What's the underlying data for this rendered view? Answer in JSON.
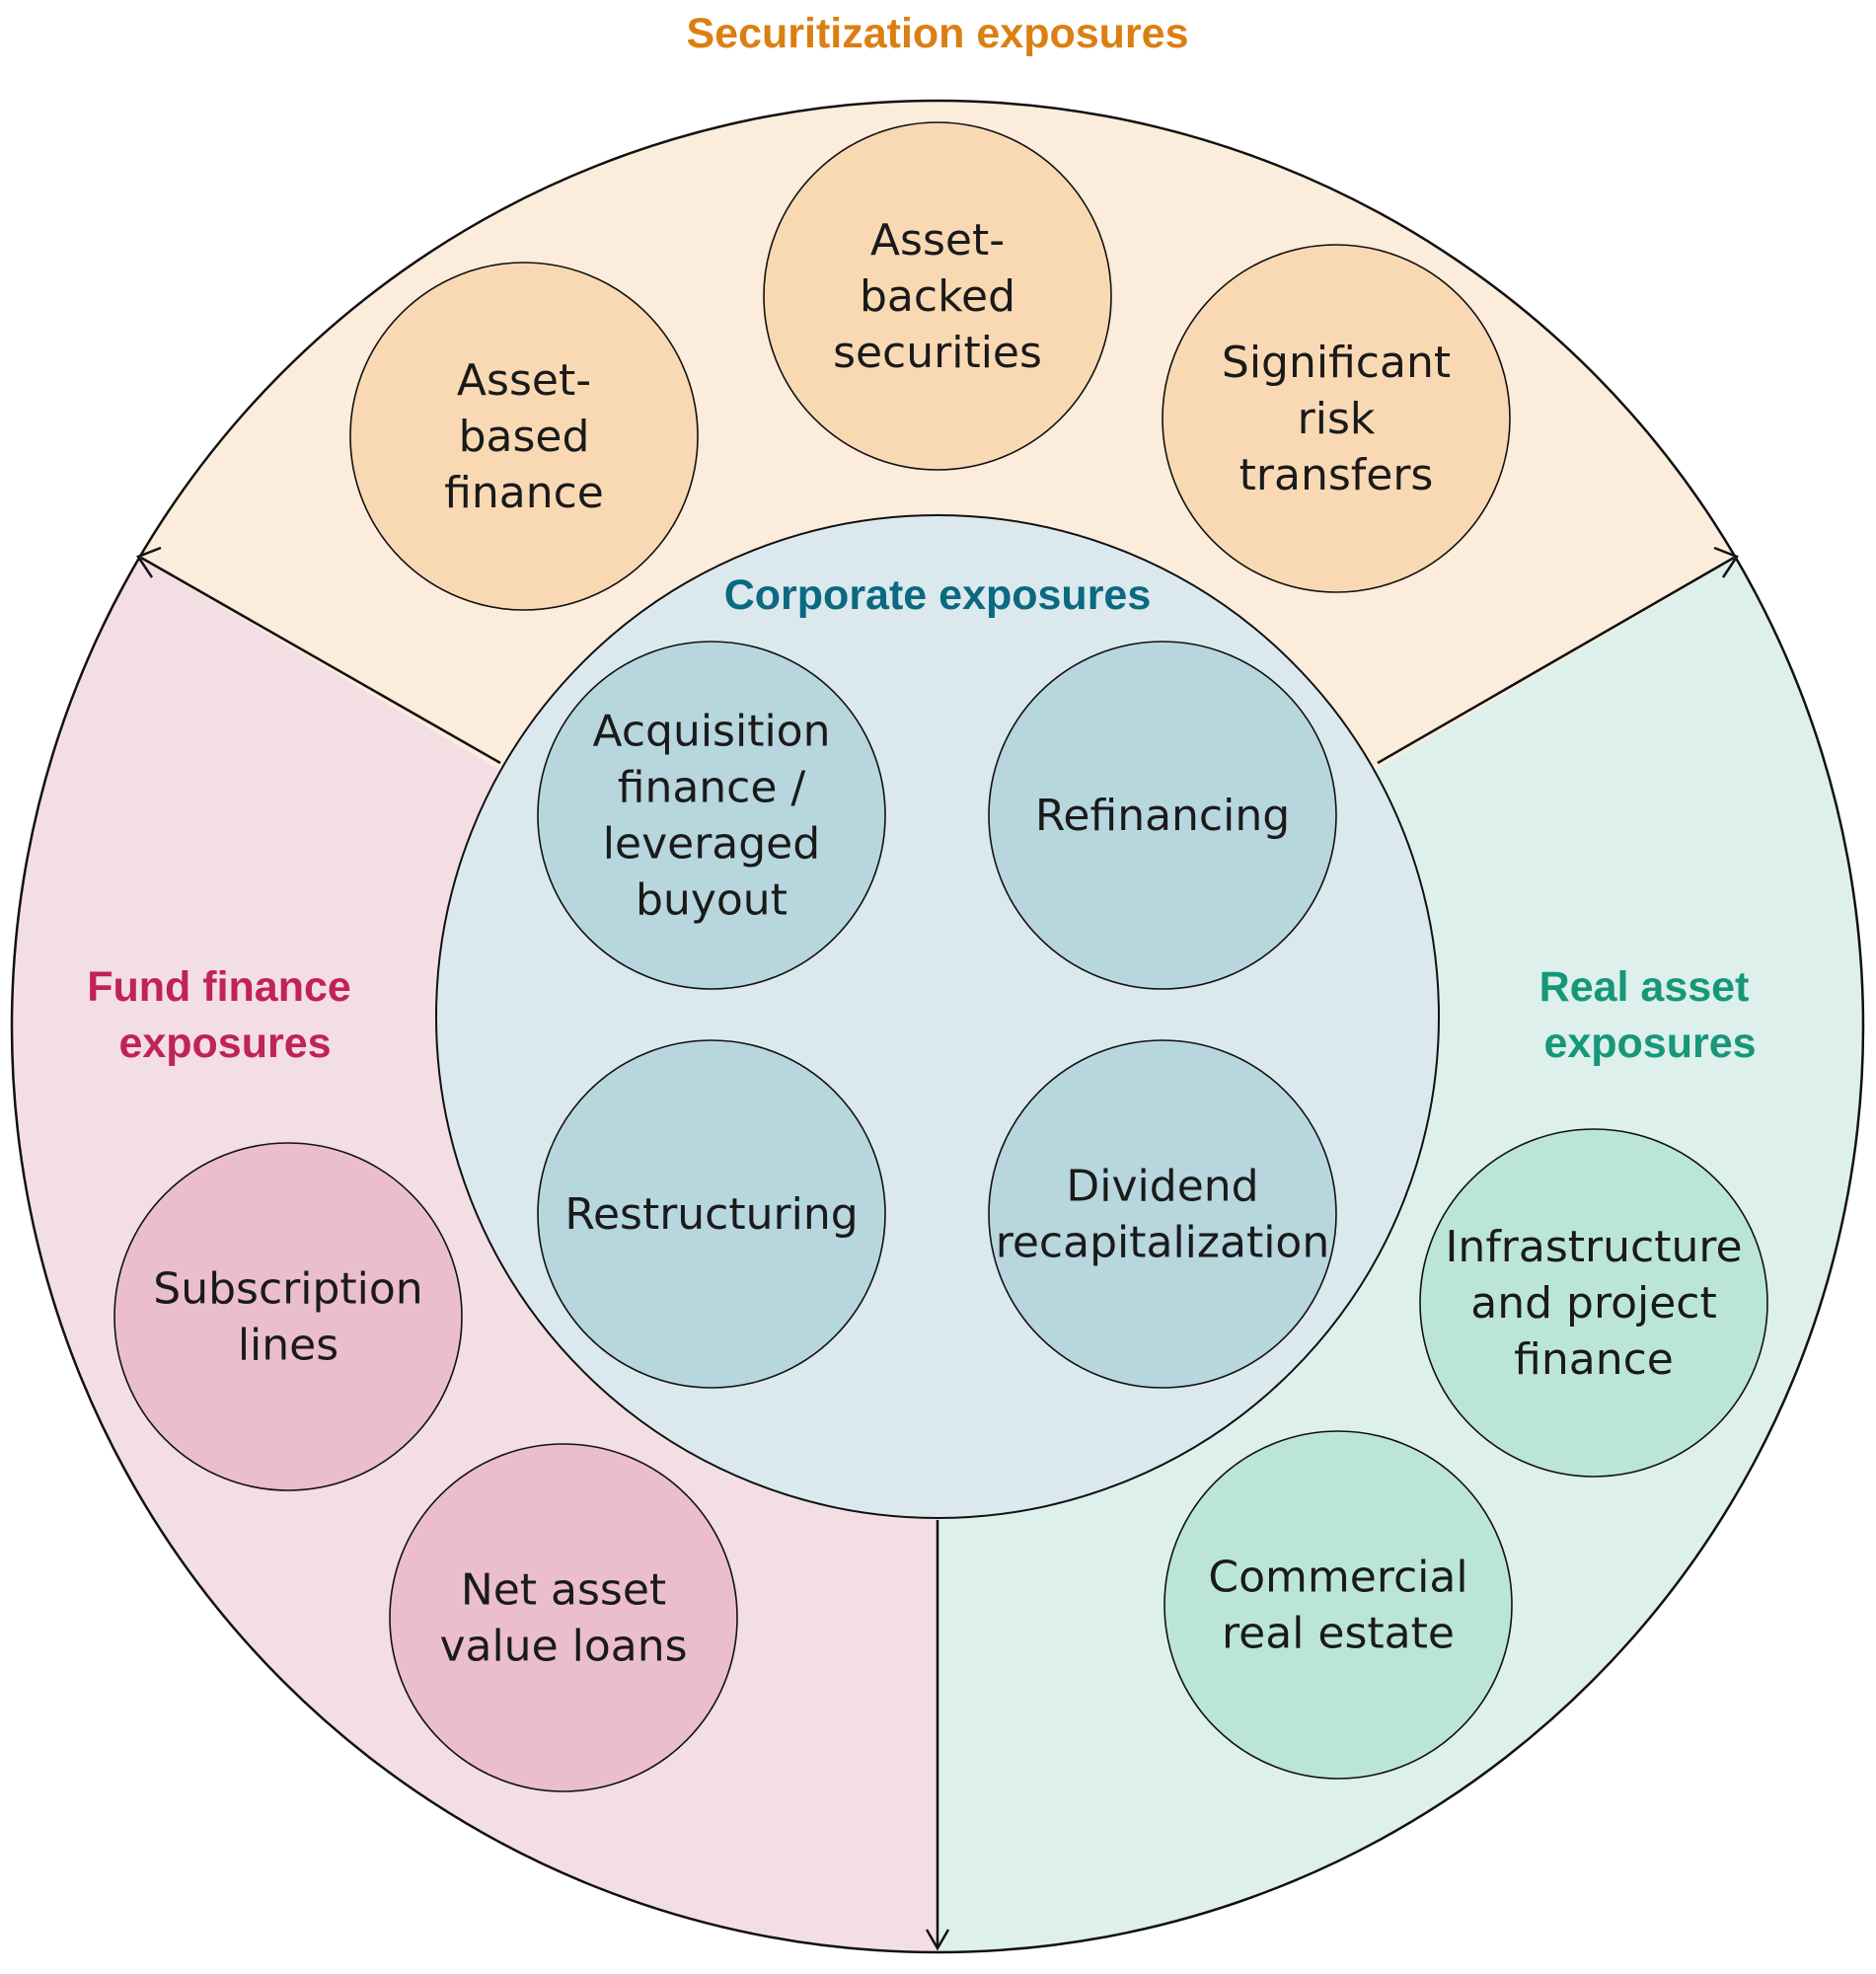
{
  "colors": {
    "securitization": "#db7f12",
    "corporate": "#0b6980",
    "fund": "#c0225a",
    "real_asset": "#16977a",
    "securitization_bg": "#fcecdb",
    "fund_bg": "#f3dee4",
    "real_asset_bg": "#ddf0eb",
    "corporate_bg": "#dbe9ee",
    "securitization_bubble": "#f9d9b4",
    "fund_bubble": "#ebbecd",
    "real_asset_bubble": "#bce5da",
    "corporate_bubble": "#b7d6de"
  },
  "sections": {
    "securitization": {
      "title": "Securitization exposures",
      "items": [
        [
          "Asset-",
          "based",
          "finance"
        ],
        [
          "Asset-",
          "backed",
          "securities"
        ],
        [
          "Significant",
          "risk",
          "transfers"
        ]
      ]
    },
    "corporate": {
      "title": "Corporate exposures",
      "items": [
        [
          "Acquisition",
          "finance /",
          "leveraged",
          "buyout"
        ],
        [
          "Refinancing"
        ],
        [
          "Restructuring"
        ],
        [
          "Dividend",
          "recapitalization"
        ]
      ]
    },
    "fund": {
      "title": [
        "Fund finance",
        "exposures"
      ],
      "items": [
        [
          "Subscription",
          "lines"
        ],
        [
          "Net asset",
          "value loans"
        ]
      ]
    },
    "real_asset": {
      "title": [
        "Real asset",
        "exposures"
      ],
      "items": [
        [
          "Infrastructure",
          "and project",
          "finance"
        ],
        [
          "Commercial",
          "real estate"
        ]
      ]
    }
  }
}
